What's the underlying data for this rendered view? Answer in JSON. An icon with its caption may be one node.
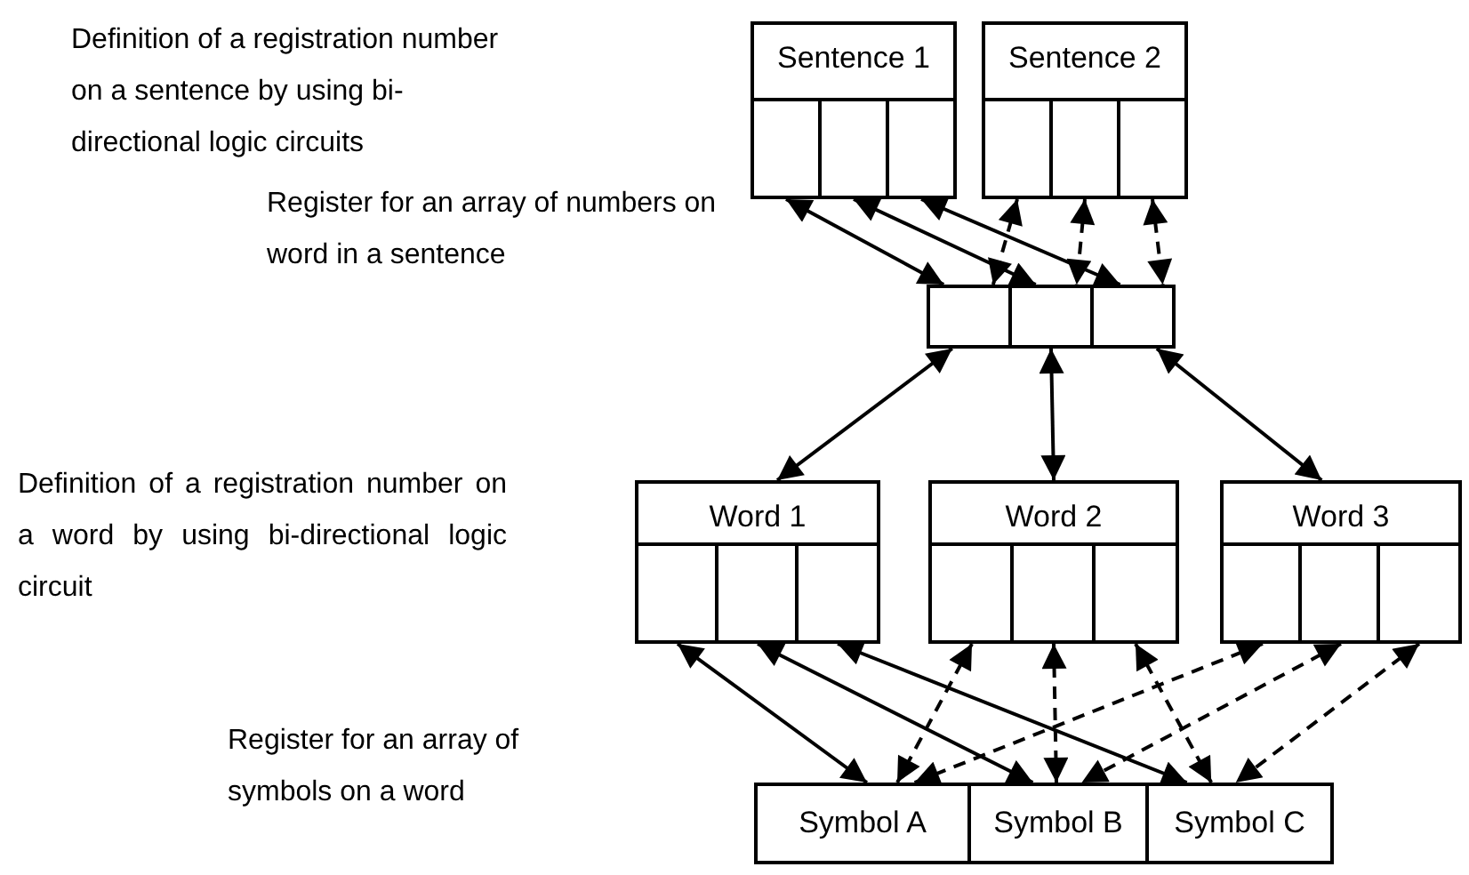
{
  "diagram": {
    "nodes": [
      {
        "text": [
          "Sentence 1"
        ]
      },
      {
        "text": [],
        "shape": "box",
        "in": 0
      },
      {
        "text": [],
        "shape": "box",
        "in": 0
      },
      {
        "text": [],
        "shape": "box",
        "in": 0
      },
      {
        "text": [
          "Sentence 2"
        ]
      },
      {
        "text": [],
        "shape": "box",
        "in": 4
      },
      {
        "text": [],
        "shape": "box",
        "in": 4
      },
      {
        "text": [],
        "shape": "box",
        "in": 4
      },
      {
        "text": [],
        "shape": "box"
      },
      {
        "text": [],
        "shape": "box"
      },
      {
        "text": [],
        "shape": "box"
      },
      {
        "text": [
          "Word 1"
        ]
      },
      {
        "text": [],
        "shape": "box",
        "in": 11
      },
      {
        "text": [],
        "shape": "box",
        "in": 11
      },
      {
        "text": [],
        "shape": "box",
        "in": 11
      },
      {
        "text": [
          "Word 2"
        ]
      },
      {
        "text": [],
        "shape": "box",
        "in": 15
      },
      {
        "text": [],
        "shape": "box",
        "in": 15
      },
      {
        "text": [],
        "shape": "box",
        "in": 15
      },
      {
        "text": [
          "Word 3"
        ]
      },
      {
        "text": [],
        "shape": "box",
        "in": 19
      },
      {
        "text": [],
        "shape": "box",
        "in": 19
      },
      {
        "text": [],
        "shape": "box",
        "in": 19
      },
      {
        "text": [
          "Symbol A"
        ]
      },
      {
        "text": [
          "Symbol B"
        ]
      },
      {
        "text": [
          "Symbol C"
        ]
      }
    ],
    "edges": [
      {
        "from": 1,
        "to": 8,
        "arrow": "both"
      },
      {
        "from": 2,
        "to": 9,
        "arrow": "both"
      },
      {
        "from": 3,
        "to": 10,
        "arrow": "both"
      },
      {
        "from": 5,
        "to": 8,
        "arrow": "both",
        "style": "dashed"
      },
      {
        "from": 6,
        "to": 9,
        "arrow": "both",
        "style": "dashed"
      },
      {
        "from": 7,
        "to": 10,
        "arrow": "both",
        "style": "dashed"
      },
      {
        "from": 8,
        "to": 11,
        "arrow": "both"
      },
      {
        "from": 9,
        "to": 15,
        "arrow": "both"
      },
      {
        "from": 10,
        "to": 19,
        "arrow": "both"
      },
      {
        "from": 12,
        "to": 23,
        "arrow": "both"
      },
      {
        "from": 13,
        "to": 24,
        "arrow": "both"
      },
      {
        "from": 14,
        "to": 25,
        "arrow": "both"
      },
      {
        "from": 16,
        "to": 23,
        "arrow": "both",
        "style": "dashed"
      },
      {
        "from": 17,
        "to": 24,
        "arrow": "both",
        "style": "dashed"
      },
      {
        "from": 18,
        "to": 25,
        "arrow": "both",
        "style": "dashed"
      },
      {
        "from": 20,
        "to": 23,
        "arrow": "both",
        "style": "dashed"
      },
      {
        "from": 21,
        "to": 24,
        "arrow": "both",
        "style": "dashed"
      },
      {
        "from": 22,
        "to": 25,
        "arrow": "both",
        "style": "dashed"
      }
    ],
    "labels": [
      "Definition of a registration number on a sentence by using bi-directional logic circuits",
      "Register for an array of numbers on word in a sentence",
      "Definition of a registration number on a word by using bi-directional logic circuit",
      "Register for an array of symbols on a word"
    ]
  }
}
